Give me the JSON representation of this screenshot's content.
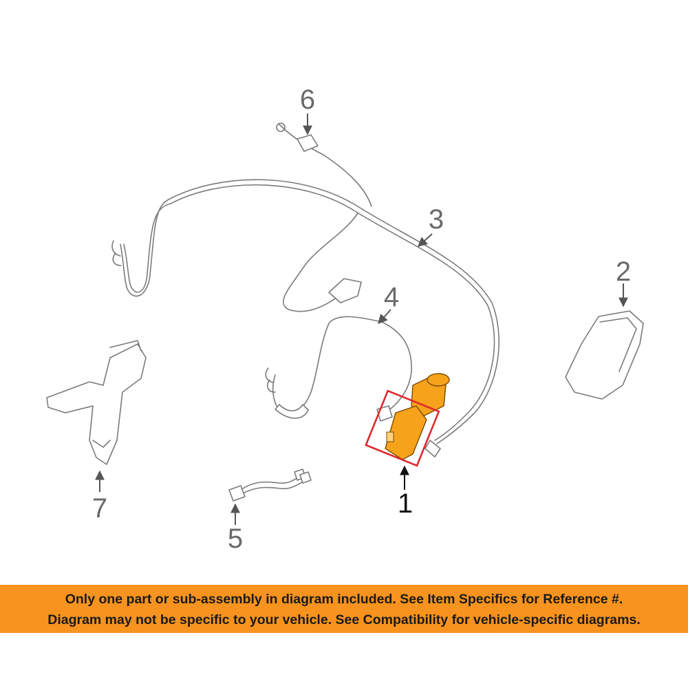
{
  "callouts": {
    "c1": "1",
    "c2": "2",
    "c3": "3",
    "c4": "4",
    "c5": "5",
    "c6": "6",
    "c7": "7"
  },
  "highlight": {
    "part": "1",
    "fill_color": "#f7a21b",
    "box_color": "#e0282e"
  },
  "banner": {
    "line1": "Only one part or sub-assembly in diagram included. See Item Specifics for Reference #.",
    "line2": "Diagram may not be specific to your vehicle. See Compatibility for vehicle-specific diagrams.",
    "background": "#f7931e"
  }
}
